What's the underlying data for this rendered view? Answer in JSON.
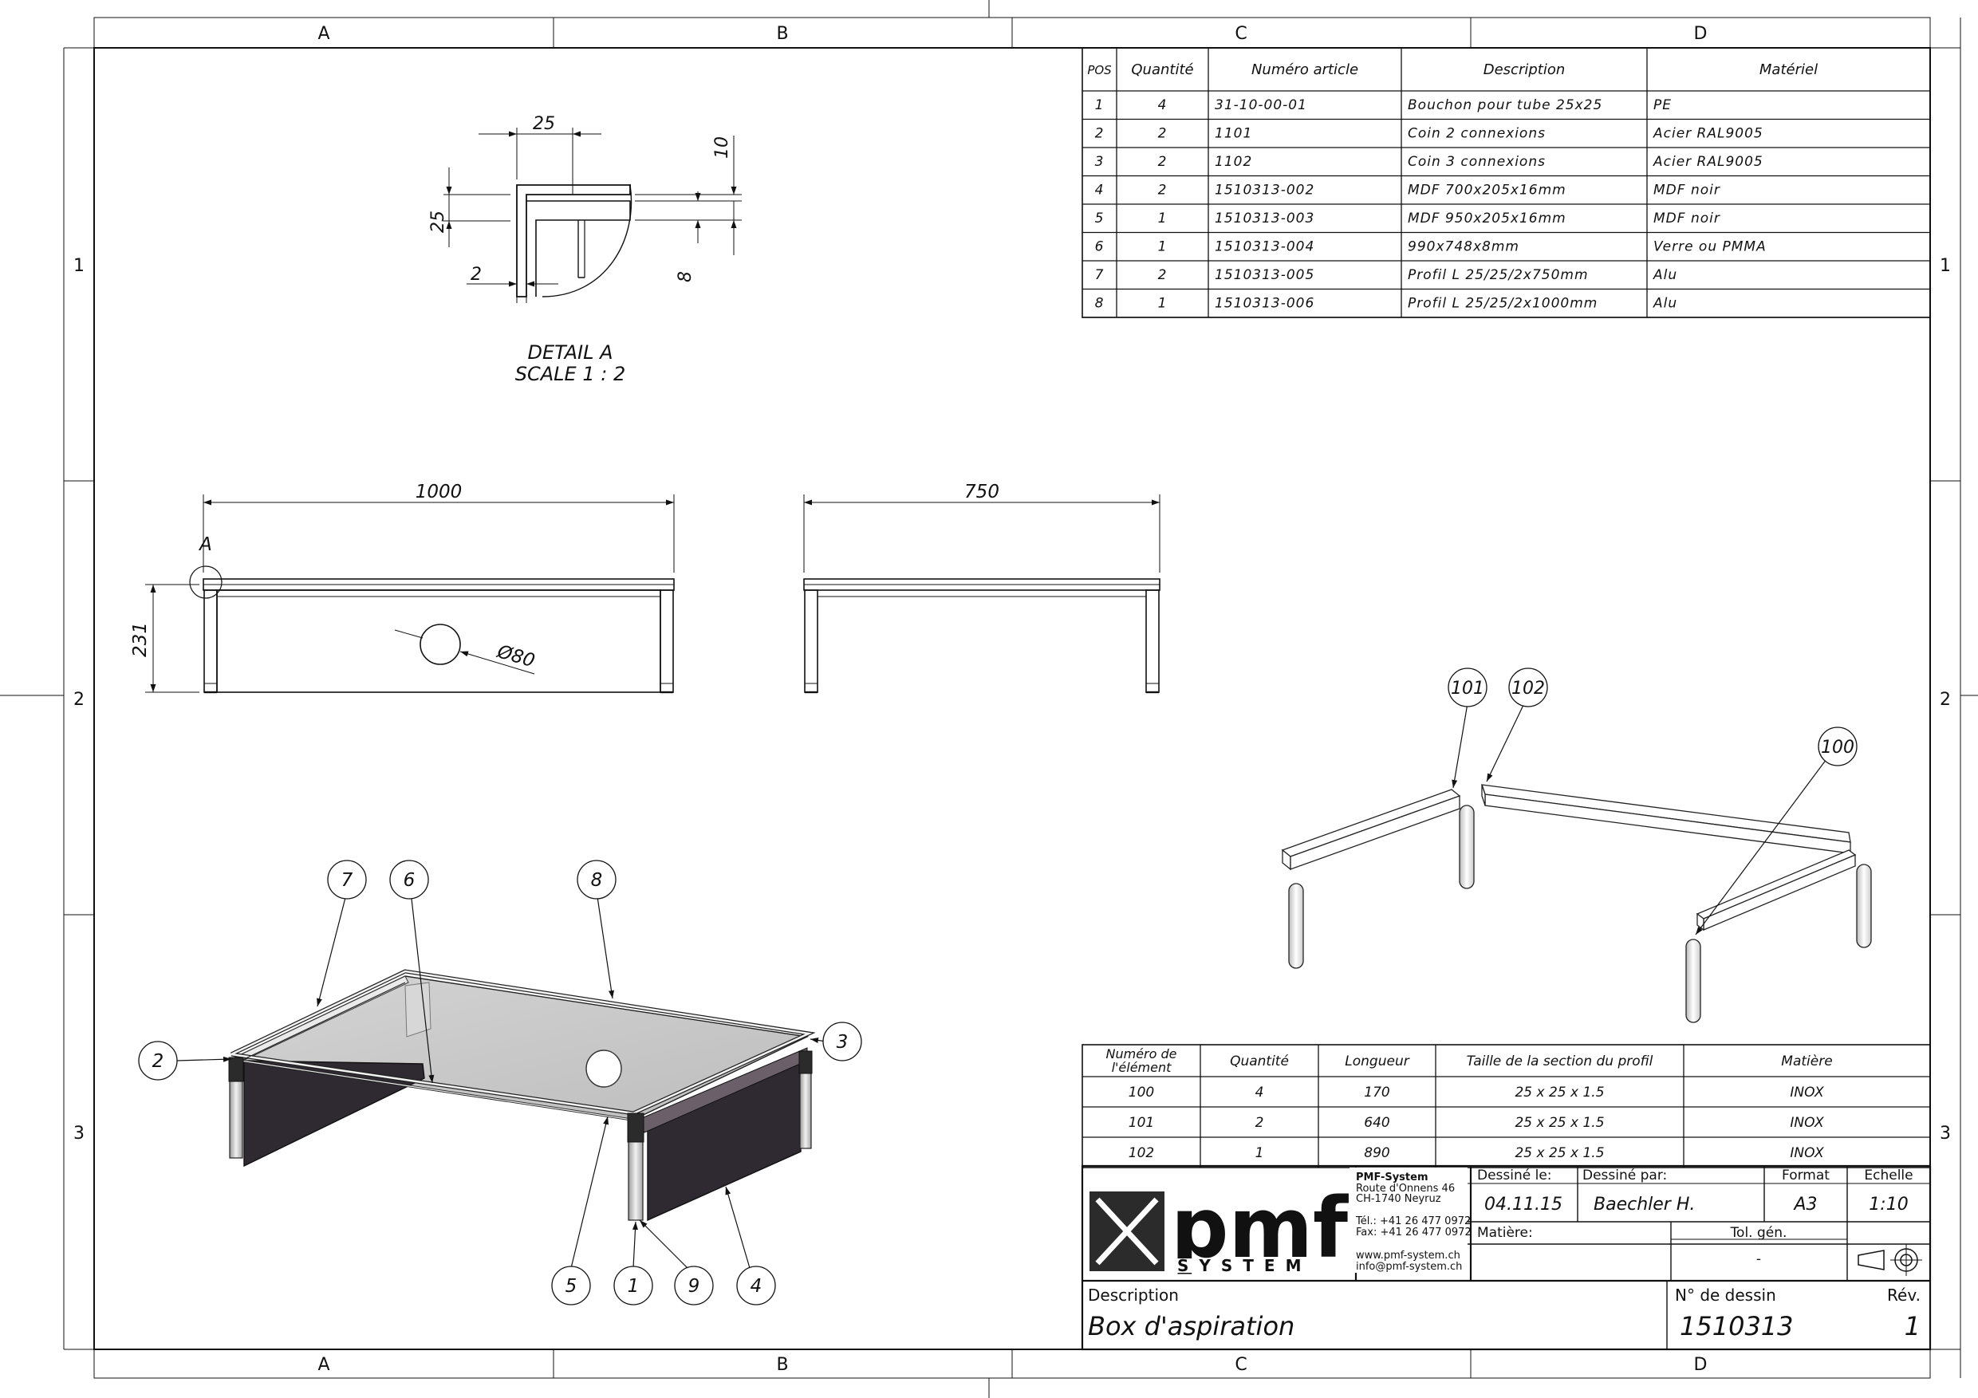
{
  "frame": {
    "columns": [
      "A",
      "B",
      "C",
      "D"
    ],
    "rows": [
      "1",
      "2",
      "3"
    ]
  },
  "bom": {
    "headers": [
      "POS",
      "Quantité",
      "Numéro article",
      "Description",
      "Matériel"
    ],
    "rows": [
      [
        "1",
        "4",
        "31-10-00-01",
        "Bouchon pour tube 25x25",
        "PE"
      ],
      [
        "2",
        "2",
        "1101",
        "Coin 2 connexions",
        "Acier RAL9005"
      ],
      [
        "3",
        "2",
        "1102",
        "Coin 3 connexions",
        "Acier RAL9005"
      ],
      [
        "4",
        "2",
        "1510313-002",
        "MDF 700x205x16mm",
        "MDF noir"
      ],
      [
        "5",
        "1",
        "1510313-003",
        "MDF 950x205x16mm",
        "MDF noir"
      ],
      [
        "6",
        "1",
        "1510313-004",
        "990x748x8mm",
        "Verre ou PMMA"
      ],
      [
        "7",
        "2",
        "1510313-005",
        "Profil L 25/25/2x750mm",
        "Alu"
      ],
      [
        "8",
        "1",
        "1510313-006",
        "Profil L 25/25/2x1000mm",
        "Alu"
      ]
    ]
  },
  "detail": {
    "title": "DETAIL A",
    "scale": "SCALE 1 : 2",
    "dims": {
      "top": "25",
      "left": "25",
      "bottom": "2",
      "right_top": "10",
      "right_bottom": "8"
    }
  },
  "front_view": {
    "width": "1000",
    "height": "231",
    "hole": "Ø80",
    "detail_mark": "A"
  },
  "side_view": {
    "width": "750"
  },
  "balloons_assembly": [
    "7",
    "6",
    "8",
    "2",
    "3",
    "5",
    "1",
    "9",
    "4"
  ],
  "balloons_frame": [
    "101",
    "102",
    "100"
  ],
  "profiles": {
    "headers": [
      "Numéro de l'élément",
      "Quantité",
      "Longueur",
      "Taille  de la section du profil",
      "Matière"
    ],
    "rows": [
      [
        "100",
        "4",
        "170",
        "25 x 25 x 1.5",
        "INOX"
      ],
      [
        "101",
        "2",
        "640",
        "25 x 25 x 1.5",
        "INOX"
      ],
      [
        "102",
        "1",
        "890",
        "25 x 25 x 1.5",
        "INOX"
      ]
    ]
  },
  "title_block": {
    "logo_main": "pmf",
    "logo_sub": "SYSTEM",
    "company_name": "PMF-System",
    "address1": "Route d'Onnens 46",
    "address2": "CH-1740 Neyruz",
    "tel": "Tél.: +41 26 477 0972",
    "fax": "Fax: +41 26 477 0972",
    "web": "www.pmf-system.ch",
    "email": "info@pmf-system.ch",
    "drawn_on_label": "Dessiné le:",
    "drawn_on": "04.11.15",
    "drawn_by_label": "Dessiné par:",
    "drawn_by": "Baechler H.",
    "format_label": "Format",
    "format": "A3",
    "scale_label": "Echelle",
    "scale": "1:10",
    "material_label": "Matière:",
    "tolerance_label": "Tol. gén.",
    "tolerance": "-",
    "description_label": "Description",
    "description": "Box d'aspiration",
    "drawing_no_label": "N° de dessin",
    "drawing_no": "1510313",
    "rev_label": "Rév.",
    "rev": "1"
  }
}
